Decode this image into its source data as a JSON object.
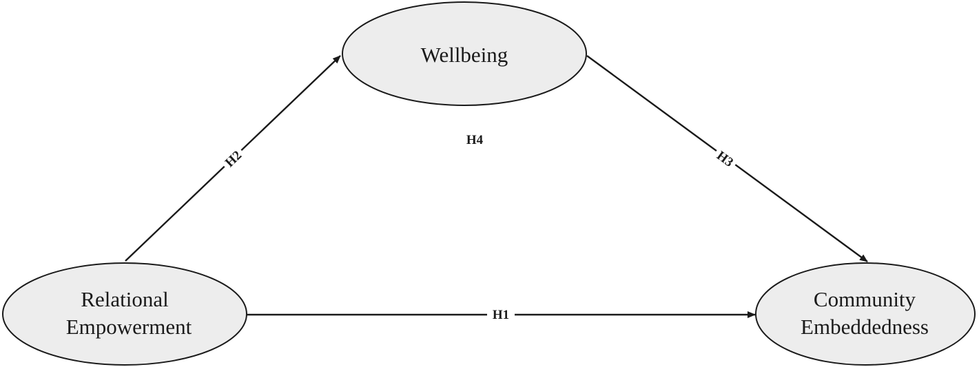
{
  "colors": {
    "node_fill": "#ededed",
    "stroke": "#1a1a1a",
    "background": "#ffffff"
  },
  "nodes": {
    "relational_empowerment": {
      "line1": "Relational",
      "line2": "Empowerment"
    },
    "wellbeing": {
      "label": "Wellbeing"
    },
    "community_embeddedness": {
      "line1": "Community",
      "line2": "Embeddedness"
    }
  },
  "edges": {
    "h1": {
      "label": "H1",
      "from": "Relational Empowerment",
      "to": "Community Embeddedness"
    },
    "h2": {
      "label": "H2",
      "from": "Relational Empowerment",
      "to": "Wellbeing"
    },
    "h3": {
      "label": "H3",
      "from": "Wellbeing",
      "to": "Community Embeddedness"
    }
  },
  "annotations": {
    "h4": "H4"
  }
}
